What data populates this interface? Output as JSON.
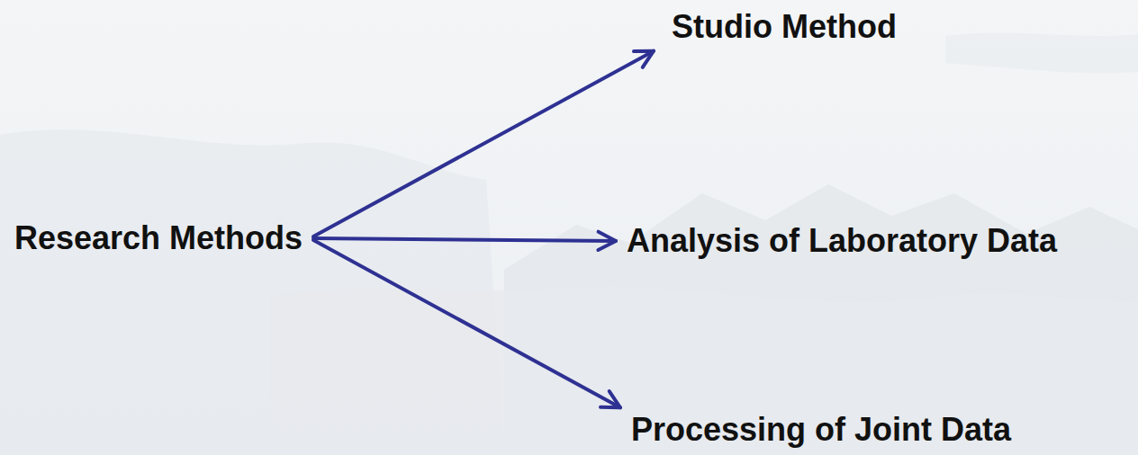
{
  "diagram": {
    "nodes": [
      {
        "text": [
          "Research Methods"
        ]
      },
      {
        "text": [
          "Studio Method"
        ]
      },
      {
        "text": [
          "Analysis of  Laboratory Data"
        ]
      },
      {
        "text": [
          "Processing of Joint Data"
        ]
      }
    ],
    "edges": [
      {
        "from": 0,
        "to": 1,
        "arrow": "to"
      },
      {
        "from": 0,
        "to": 2,
        "arrow": "to"
      },
      {
        "from": 0,
        "to": 3,
        "arrow": "to"
      }
    ]
  }
}
